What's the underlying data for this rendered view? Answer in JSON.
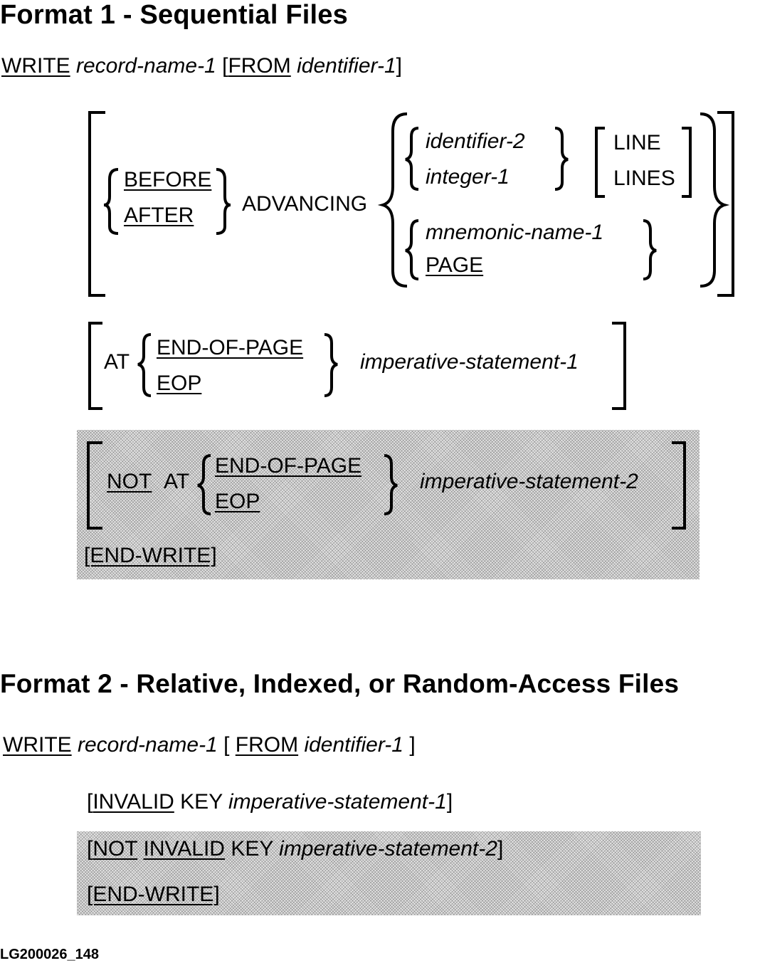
{
  "format1": {
    "heading": "Format 1 - Sequential Files",
    "syntax": {
      "write": "WRITE",
      "record_name": "record-name-1",
      "open": "[",
      "from": "FROM",
      "identifier": "identifier-1",
      "close": "]"
    },
    "advancing": {
      "before": "BEFORE",
      "after": "AFTER",
      "keyword": "ADVANCING",
      "identifier_2": "identifier-2",
      "integer_1": "integer-1",
      "line": "LINE",
      "lines": "LINES",
      "mnemonic_name_1": "mnemonic-name-1",
      "page": "PAGE"
    },
    "at_eop": {
      "at": "AT",
      "end_of_page": "END-OF-PAGE",
      "eop": "EOP",
      "statement": "imperative-statement-1"
    },
    "not_at_eop": {
      "not": "NOT",
      "at": "AT",
      "end_of_page": "END-OF-PAGE",
      "eop": "EOP",
      "statement": "imperative-statement-2"
    },
    "end_write": "[END-WRITE]"
  },
  "format2": {
    "heading": "Format 2 - Relative, Indexed, or Random-Access Files",
    "syntax": {
      "write": "WRITE",
      "record_name": "record-name-1",
      "open": "[",
      "from": "FROM",
      "identifier": "identifier-1",
      "close": "]"
    },
    "invalid_key": {
      "open": "[",
      "invalid": "INVALID",
      "key": "KEY",
      "statement": "imperative-statement-1",
      "close": "]"
    },
    "not_invalid_key": {
      "open": "[",
      "not": "NOT",
      "invalid": "INVALID",
      "key": "KEY",
      "statement": "imperative-statement-2",
      "close": "]"
    },
    "end_write": "[END-WRITE]"
  },
  "figure_id": "LG200026_148"
}
